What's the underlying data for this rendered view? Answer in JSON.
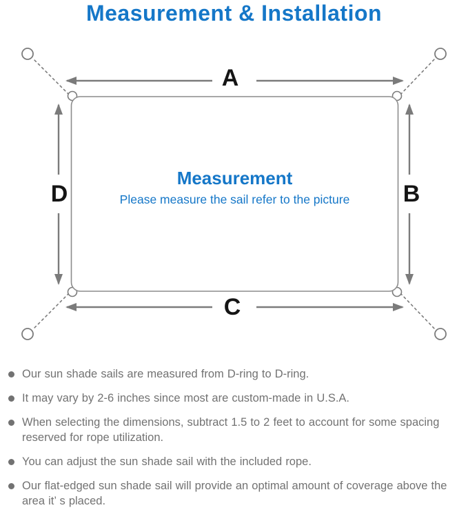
{
  "title": "Measurement & Installation",
  "diagram": {
    "labels": {
      "top": "A",
      "right": "B",
      "bottom": "C",
      "left": "D"
    },
    "center_title": "Measurement",
    "center_subtitle": "Please measure the sail refer to the picture"
  },
  "bullets": [
    "Our sun shade sails are measured from D-ring to D-ring.",
    "It may vary by 2-6 inches since most are custom-made in U.S.A.",
    "When selecting the dimensions, subtract 1.5 to 2 feet to account for some spacing reserved for rope utilization.",
    "You can adjust the sun shade sail with the included rope.",
    "Our flat-edged sun shade sail will provide an optimal amount of coverage above the area it’ s placed."
  ],
  "theme": {
    "accent_blue": "#1577c8",
    "line_gray": "#7b7b7b",
    "border_gray": "#8c8c8c",
    "label_black": "#151515",
    "text_gray": "#727272",
    "bg": "#ffffff"
  }
}
